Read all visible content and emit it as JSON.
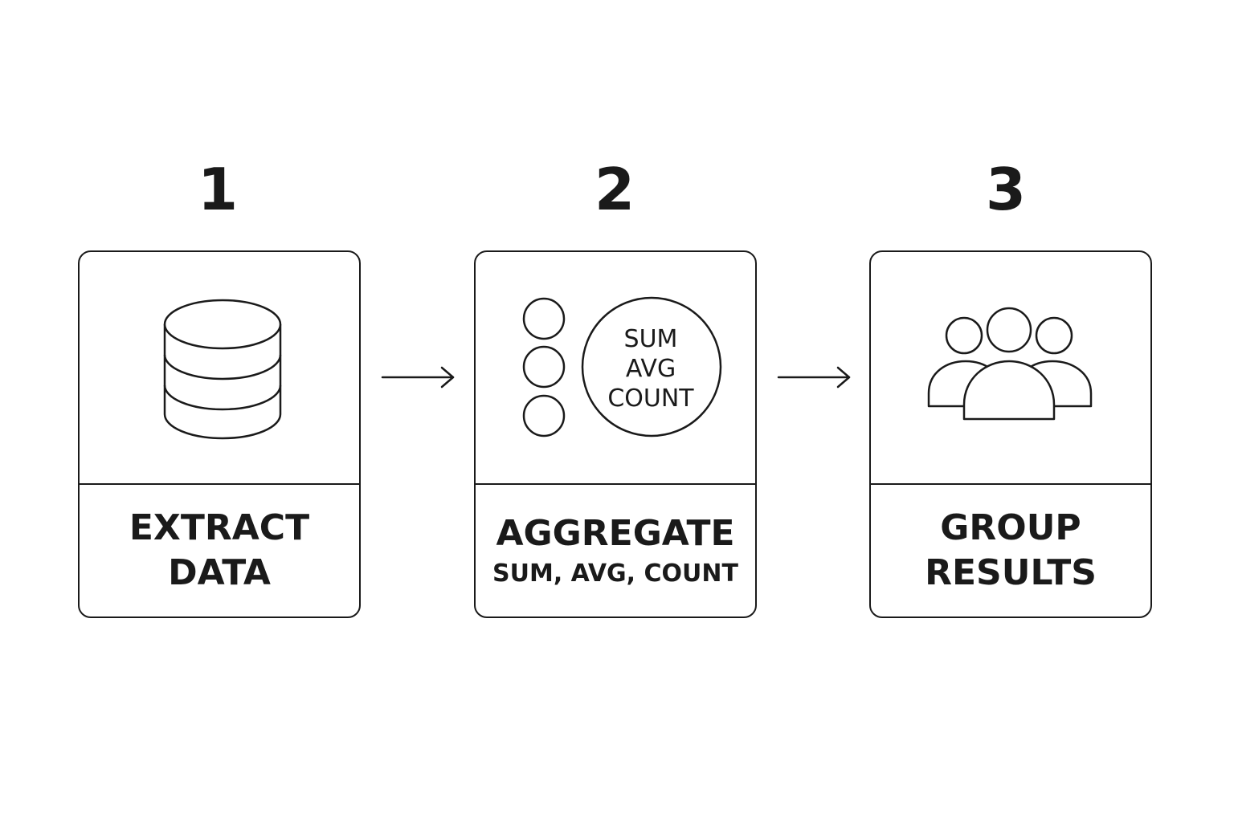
{
  "steps": [
    {
      "number": "1",
      "label_lines": [
        "EXTRACT",
        "DATA"
      ],
      "icon": "database-icon"
    },
    {
      "number": "2",
      "label_lines": [
        "AGGREGATE"
      ],
      "sublabel": "SUM, AVG, COUNT",
      "icon": "aggregate-icon",
      "icon_text": [
        "SUM",
        "AVG",
        "COUNT"
      ]
    },
    {
      "number": "3",
      "label_lines": [
        "GROUP",
        "RESULTS"
      ],
      "icon": "group-icon"
    }
  ],
  "colors": {
    "stroke": "#1a1a1a",
    "background": "#ffffff"
  }
}
